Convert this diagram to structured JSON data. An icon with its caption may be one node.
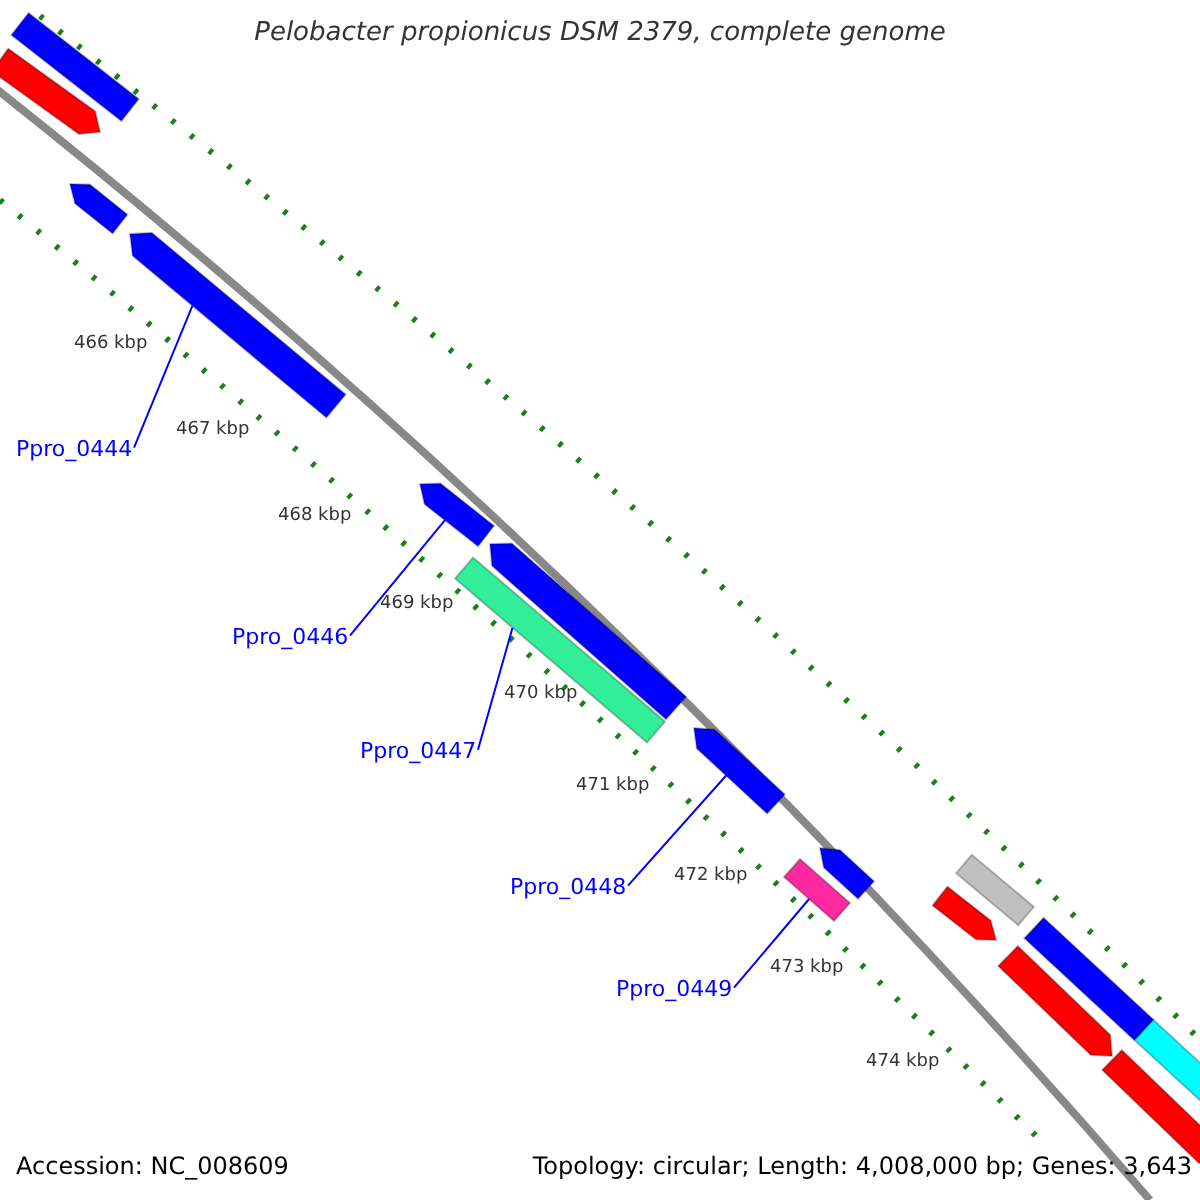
{
  "diagram": {
    "title": "Pelobacter propionicus DSM 2379, complete genome",
    "nodes": [
      {
        "text": [
          "Ppro_0444"
        ]
      },
      {
        "text": [
          "Ppro_0446"
        ]
      },
      {
        "text": [
          "Ppro_0447"
        ]
      },
      {
        "text": [
          "Ppro_0448"
        ]
      },
      {
        "text": [
          "Ppro_0449"
        ]
      },
      {
        "text": [],
        "shape": "arrow"
      },
      {
        "text": [],
        "shape": "arrow"
      },
      {
        "text": [],
        "shape": "bar"
      },
      {
        "text": [],
        "shape": "arrow"
      },
      {
        "text": [],
        "shape": "bar"
      }
    ],
    "edges": [
      {
        "from": 0,
        "to": 5,
        "arrow": "none"
      },
      {
        "from": 1,
        "to": 6,
        "arrow": "none"
      },
      {
        "from": 2,
        "to": 7,
        "arrow": "none"
      },
      {
        "from": 3,
        "to": 8,
        "arrow": "none"
      },
      {
        "from": 4,
        "to": 9,
        "arrow": "none"
      }
    ],
    "labels": [
      "466 kbp",
      "467 kbp",
      "468 kbp",
      "469 kbp",
      "470 kbp",
      "471 kbp",
      "472 kbp",
      "473 kbp",
      "474 kbp",
      "Accession: NC_008609",
      "Topology: circular; Length: 4,008,000 bp; Genes: 3,643"
    ]
  }
}
